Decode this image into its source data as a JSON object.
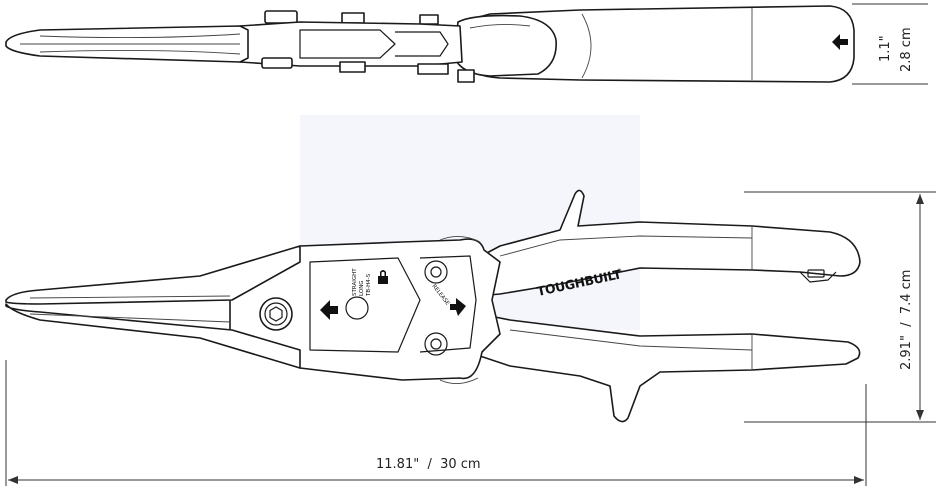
{
  "brand": {
    "logo": "TOUGHBUILT",
    "trademark": "®"
  },
  "tool_labels": {
    "mode_line1": "STRAIGHT",
    "mode_line2": "LONG",
    "mode_line3": "TB-H4-S",
    "release": "RELEASE"
  },
  "dimensions": {
    "thickness_in": "1.1\"",
    "thickness_cm": "2.8 cm",
    "height_label": "2.91\"  /  7.4 cm",
    "length_label": "11.81\"  /  30 cm"
  },
  "icons": {
    "arrow_top": "arrow-left-icon",
    "arrow_side": "arrow-left-icon",
    "arrow_release": "arrow-right-icon",
    "lock": "lock-icon",
    "hex_bolt": "hex-bolt-icon"
  },
  "colors": {
    "line": "#1a1a1a",
    "background": "#ffffff",
    "ghost": "#f4f6fb"
  }
}
